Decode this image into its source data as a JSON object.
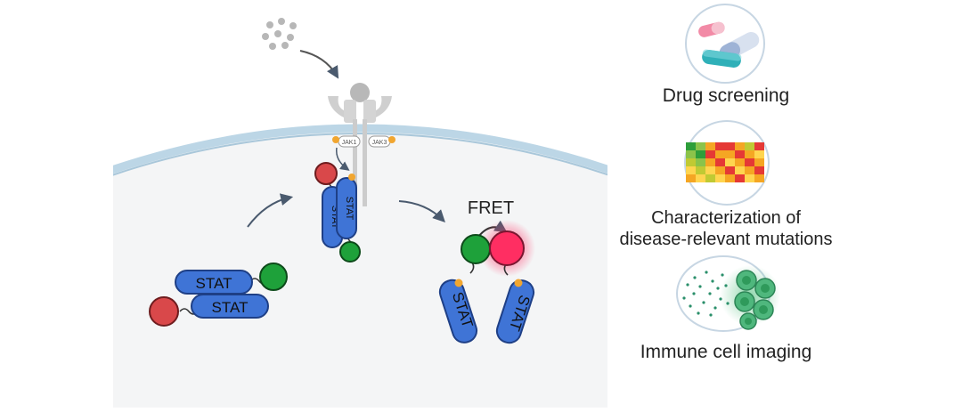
{
  "diagram": {
    "receptor_kinases": [
      "JAK1",
      "JAK3"
    ],
    "stat_label": "STAT",
    "fret_label": "FRET",
    "applications": [
      {
        "label": "Drug screening"
      },
      {
        "label_line1": "Characterization of",
        "label_line2": "disease-relevant mutations"
      },
      {
        "label": "Immune cell imaging"
      }
    ]
  },
  "colors": {
    "stat_blue": "#3f74d6",
    "donor_green": "#1ea13a",
    "acceptor_red": "#d9484a",
    "acceptor_glow": "#ff2e62",
    "phospho_orange": "#f1a630",
    "membrane": "#bcd6e6",
    "cytoplasm": "#f4f5f6",
    "receptor_gray": "#cfcfcf"
  },
  "icons": {
    "cytokine": "cytokine-dots-icon",
    "drug": "capsule-pills-icon",
    "heatmap": "heatmap-grid-icon",
    "cells": "immune-cells-icon"
  }
}
